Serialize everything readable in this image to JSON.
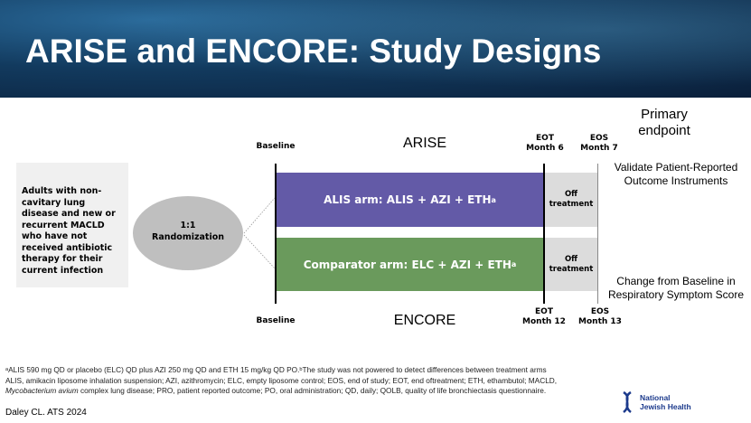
{
  "title": "ARISE and ENCORE: Study Designs",
  "population": "Adults with non-cavitary lung disease and new or recurrent MACLD who have not received antibiotic therapy for their current infection",
  "randomization": {
    "ratio": "1:1",
    "label": "Randomization"
  },
  "arise": {
    "name": "ARISE",
    "baseline": "Baseline",
    "eot": "EOT",
    "eot_month": "Month 6",
    "eos": "EOS",
    "eos_month": "Month 7"
  },
  "encore": {
    "name": "ENCORE",
    "baseline": "Baseline",
    "eot": "EOT",
    "eot_month": "Month 12",
    "eos": "EOS",
    "eos_month": "Month 13"
  },
  "arms": [
    {
      "label": "ALIS arm: ALIS + AZI + ETH",
      "sup": "a",
      "off": "Off treatment",
      "color": "#635aa7"
    },
    {
      "label": "Comparator arm: ELC + AZI + ETH",
      "sup": "a",
      "off": "Off treatment",
      "color": "#6a9a5c"
    }
  ],
  "primary_endpoint": {
    "heading": "Primary endpoint",
    "arise": "Validate Patient-Reported Outcome Instruments",
    "encore": "Change from Baseline in Respiratory Symptom Score"
  },
  "footnotes": [
    "ᵃALIS 590 mg QD or placebo (ELC) QD plus AZI 250 mg QD and ETH 15 mg/kg QD PO.ᵇThe study was not powered to detect differences between treatment arms",
    "ALIS, amikacin liposome inhalation suspension; AZI, azithromycin; ELC, empty liposome control; EOS, end of study; EOT, end oftreatment; ETH, ethambutol; MACLD,"
  ],
  "footnote_italic": "Mycobacterium avium",
  "footnote_rest": " complex lung disease; PRO, patient reported outcome; PO, oral administration; QD, daily; QOLB, quality of life bronchiectasis questionnaire.",
  "citation": "Daley CL. ATS 2024",
  "logo": "National Jewish Health"
}
